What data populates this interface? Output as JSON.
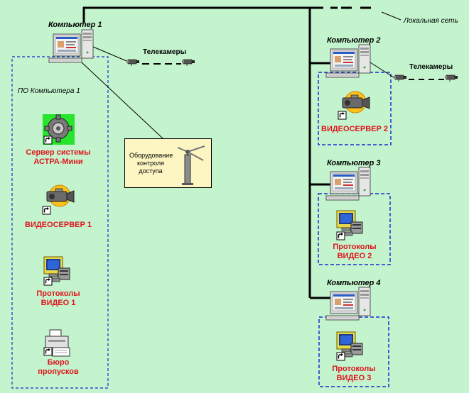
{
  "network": {
    "lan_label": "Локальная сеть",
    "cameras_label": "Телекамеры"
  },
  "computers": [
    {
      "title": "Компьютер 1"
    },
    {
      "title": "Компьютер 2"
    },
    {
      "title": "Компьютер 3"
    },
    {
      "title": "Компьютер 4"
    }
  ],
  "software_group": {
    "title": "ПО Компьютера 1"
  },
  "programs": {
    "astra_server": [
      "Сервер  системы",
      "АСТРА-Мини"
    ],
    "videoserver_1": "ВИДЕОСЕРВЕР 1",
    "protocols_video_1": [
      "Протоколы",
      "ВИДЕО  1"
    ],
    "pass_office": [
      "Бюро",
      "пропусков"
    ],
    "videoserver_2": "ВИДЕОСЕРВЕР 2",
    "protocols_video_2": [
      "Протоколы",
      "ВИДЕО  2"
    ],
    "protocols_video_3": [
      "Протоколы",
      "ВИДЕО  3"
    ]
  },
  "access_equipment": [
    "Оборудование",
    "контроля",
    "доступа"
  ],
  "icons": [
    "computer-icon",
    "camera-icon",
    "gear-icon",
    "videocamera-icon",
    "monitor-icon",
    "printer-icon",
    "turnstile-icon",
    "shortcut-arrow-icon"
  ],
  "colors": {
    "background": "#c3f4cd",
    "program_label": "#e0141e",
    "dashed_group": "#1a2bd0",
    "equipment_box": "#fdf6c2"
  }
}
